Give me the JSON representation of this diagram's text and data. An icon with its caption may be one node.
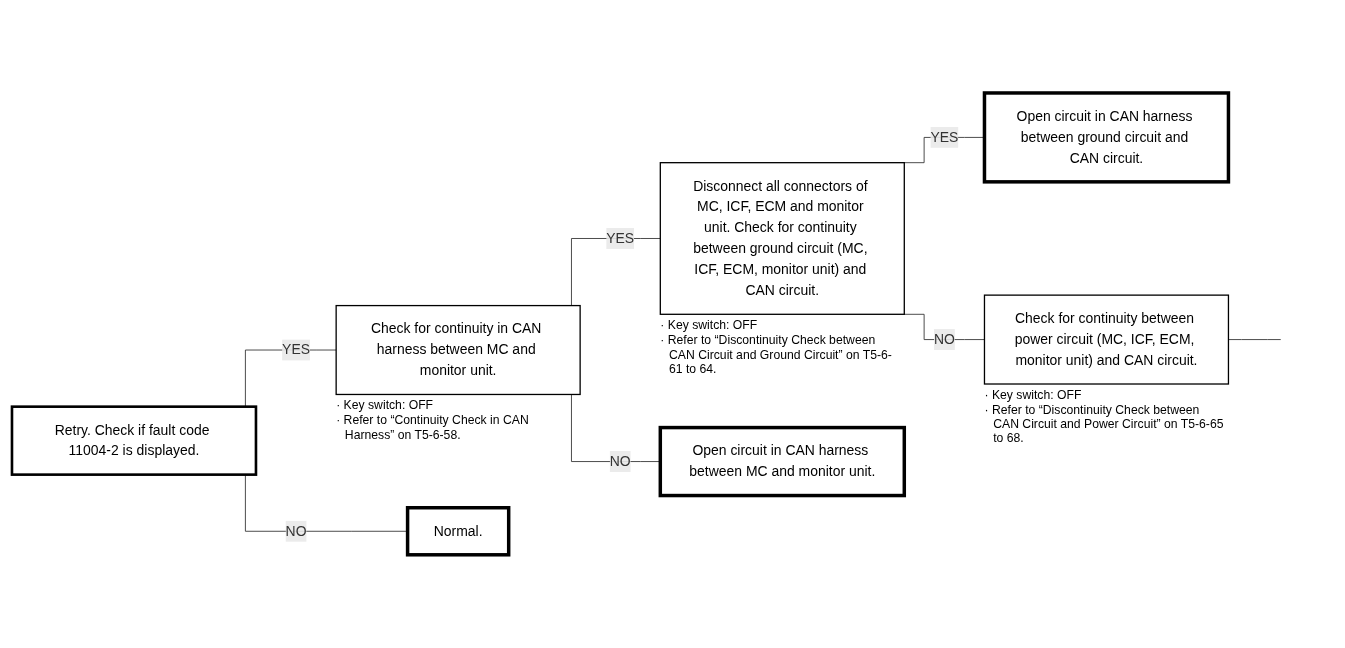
{
  "diagram": {
    "nodes": [
      {
        "text": [
          "Retry. Check if fault code 11004-2 is displayed."
        ]
      },
      {
        "text": [
          "Check for continuity in CAN harness between MC and monitor unit."
        ],
        "beside": [
          "· Key switch: OFF",
          "· Refer to “Continuity Check in CAN Harness” on T5-6-58."
        ]
      },
      {
        "text": [
          "Disconnect all connectors of MC, ICF, ECM and monitor unit. Check for continuity between ground circuit (MC, ICF, ECM, monitor unit) and CAN circuit."
        ],
        "beside": [
          "· Key switch: OFF",
          "· Refer to “Discontinuity Check between CAN Circuit and Ground Circuit” on T5-6-61 to 64."
        ]
      },
      {
        "text": [
          "Open circuit in CAN harness between ground circuit and CAN circuit."
        ]
      },
      {
        "text": [
          "Check for continuity between power circuit (MC, ICF, ECM, monitor unit) and CAN circuit."
        ],
        "beside": [
          "· Key switch: OFF",
          "· Refer to “Discontinuity Check between CAN Circuit and Power Circuit” on T5-6-65 to 68."
        ]
      },
      {
        "text": [
          "Open circuit in CAN harness between MC and monitor unit."
        ]
      },
      {
        "text": [
          "Normal."
        ]
      }
    ],
    "edges": [
      {
        "from": 0,
        "to": 1,
        "arrow": "none",
        "label": "YES"
      },
      {
        "from": 0,
        "to": 6,
        "arrow": "none",
        "label": "NO"
      },
      {
        "from": 1,
        "to": 2,
        "arrow": "none",
        "label": "YES"
      },
      {
        "from": 1,
        "to": 5,
        "arrow": "none",
        "label": "NO"
      },
      {
        "from": 2,
        "to": 3,
        "arrow": "none",
        "label": "YES"
      },
      {
        "from": 2,
        "to": 4,
        "arrow": "none",
        "label": "NO"
      },
      {
        "from": 4,
        "to": null,
        "arrow": "none"
      }
    ]
  }
}
